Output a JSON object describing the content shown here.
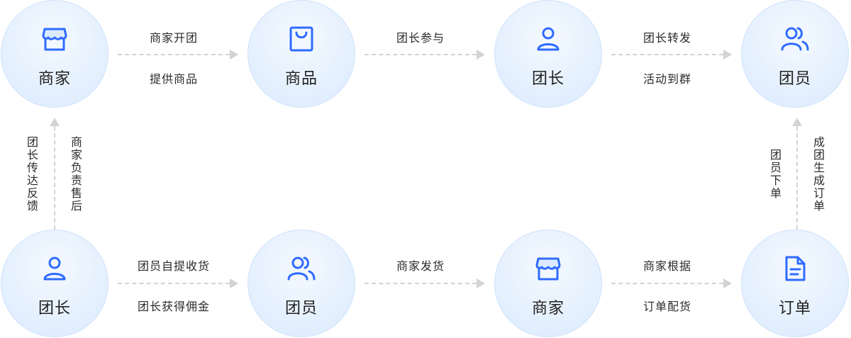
{
  "colors": {
    "accent": "#2f6bff",
    "node_fill": "#e6f1fe",
    "connector": "#d3d3d3"
  },
  "nodes": {
    "top_merchant": {
      "label": "商家",
      "icon": "shop-icon"
    },
    "top_product": {
      "label": "商品",
      "icon": "shopping-bag-icon"
    },
    "top_leader": {
      "label": "团长",
      "icon": "user-icon"
    },
    "top_members": {
      "label": "团员",
      "icon": "users-icon"
    },
    "bottom_leader": {
      "label": "团长",
      "icon": "user-icon"
    },
    "bottom_members": {
      "label": "团员",
      "icon": "users-icon"
    },
    "bottom_merchant": {
      "label": "商家",
      "icon": "shop-icon"
    },
    "bottom_order": {
      "label": "订单",
      "icon": "document-icon"
    }
  },
  "edges": {
    "merchant_to_product": {
      "line1": "商家开团",
      "line2": "提供商品"
    },
    "product_to_leader": {
      "line1": "团长参与"
    },
    "leader_to_members": {
      "line1": "团长转发",
      "line2": "活动到群"
    },
    "leader_to_merchant_up": {
      "left": "团长传达反馈",
      "right": "商家负责售后"
    },
    "order_to_members_up": {
      "left": "团员下单",
      "right": "成团生成订单"
    },
    "leader_to_members_bottom": {
      "line1": "团员自提收货",
      "line2": "团长获得佣金"
    },
    "members_to_merchant_bottom": {
      "line1": "商家发货"
    },
    "merchant_to_order_bottom": {
      "line1": "商家根据",
      "line2": "订单配货"
    }
  }
}
